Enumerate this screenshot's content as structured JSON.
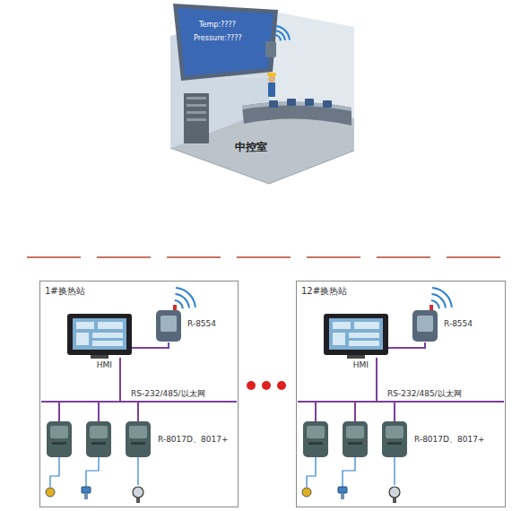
{
  "diagram": {
    "nodes": [
      {
        "text": [
          "1#换热站"
        ]
      },
      {
        "text": [
          "HMI"
        ],
        "in": 0
      },
      {
        "text": [
          "R-8554"
        ],
        "in": 0
      },
      {
        "text": [
          "12#换热站"
        ]
      },
      {
        "text": [
          "HMI"
        ],
        "in": 3
      },
      {
        "text": [
          "R-8554"
        ],
        "in": 3
      }
    ],
    "edges": [
      {
        "from": 1,
        "to": 2,
        "arrow": "none"
      },
      {
        "from": 4,
        "to": 5,
        "arrow": "none"
      }
    ],
    "labels": [
      "Temp:????",
      "Pressure:????",
      "中控室",
      "RS-232/485/以太网",
      "R-8017D、8017+",
      "RS-232/485/以太网",
      "R-8017D、8017+"
    ]
  }
}
